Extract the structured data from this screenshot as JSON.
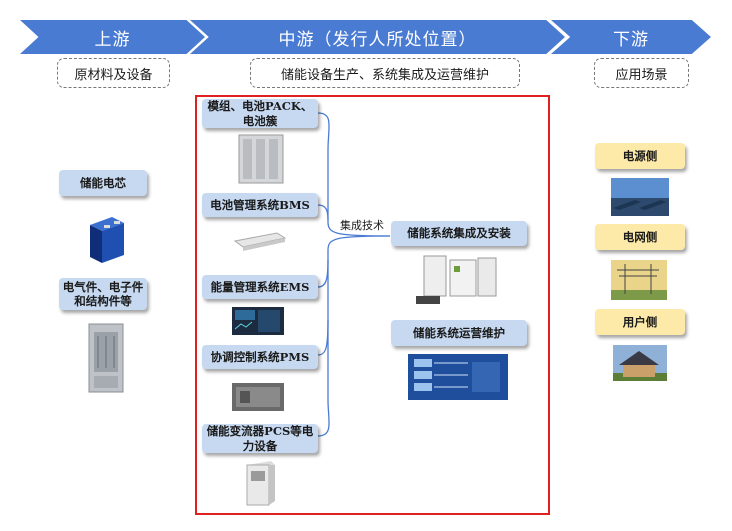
{
  "stages": {
    "upstream": "上游",
    "midstream": "中游（发行人所处位置）",
    "downstream": "下游"
  },
  "subtitles": {
    "upstream": "原材料及设备",
    "midstream": "储能设备生产、系统集成及运营维护",
    "downstream": "应用场景"
  },
  "upstream_items": [
    "储能电芯",
    "电气件、电子件和结构件等"
  ],
  "midstream_left": [
    "模组、电池PACK、电池簇",
    "电池管理系统BMS",
    "能量管理系统EMS",
    "协调控制系统PMS",
    "储能变流器PCS等电力设备"
  ],
  "connector_label": "集成技术",
  "midstream_right": [
    "储能系统集成及安装",
    "储能系统运营维护"
  ],
  "downstream_items": [
    "电源侧",
    "电网侧",
    "用户侧"
  ],
  "colors": {
    "stage": "#4a7bd3",
    "box_blue": "#c6d9f1",
    "box_yellow": "#fde9a8",
    "frame": "#e02020"
  }
}
